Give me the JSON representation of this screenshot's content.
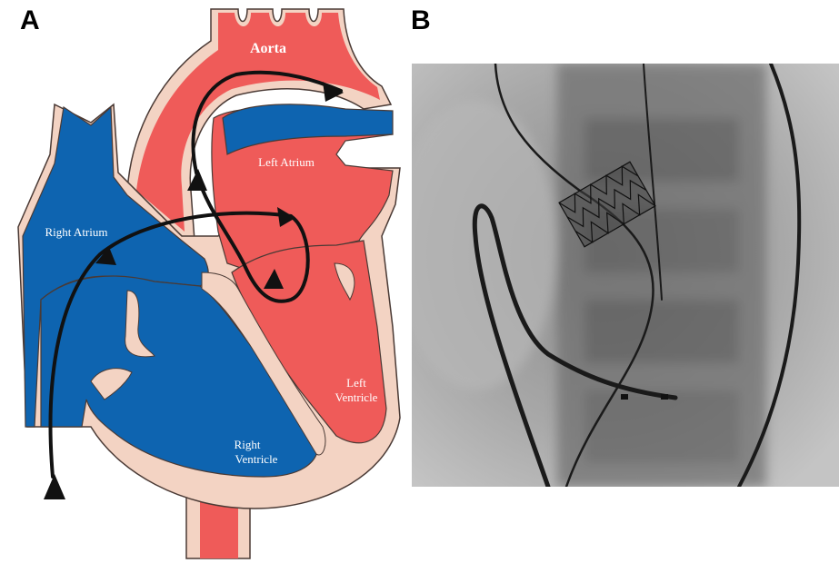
{
  "panel_a": {
    "letter": "A",
    "labels": {
      "aorta": "Aorta",
      "left_atrium": "Left Atrium",
      "right_atrium": "Right Atrium",
      "left_ventricle_1": "Left",
      "left_ventricle_2": "Ventricle",
      "right_ventricle_1": "Right",
      "right_ventricle_2": "Ventricle"
    },
    "colors": {
      "oxygenated": "#ef5b59",
      "deoxygenated": "#0e64b0",
      "tissue": "#f3d3c3",
      "outline": "#4a3a35",
      "pathway": "#111111"
    }
  },
  "panel_b": {
    "letter": "B"
  }
}
